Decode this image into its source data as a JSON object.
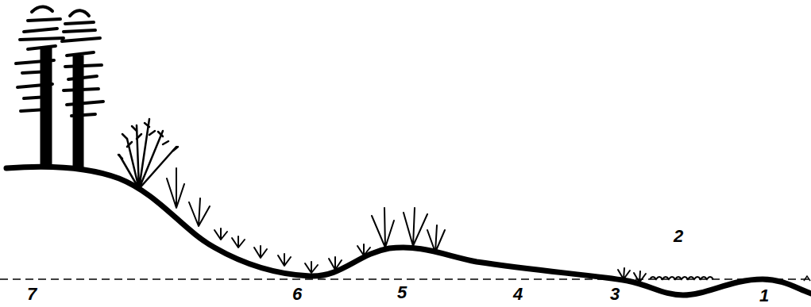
{
  "diagram": {
    "labels": [
      "7",
      "6",
      "5",
      "4",
      "3",
      "2",
      "1"
    ]
  }
}
